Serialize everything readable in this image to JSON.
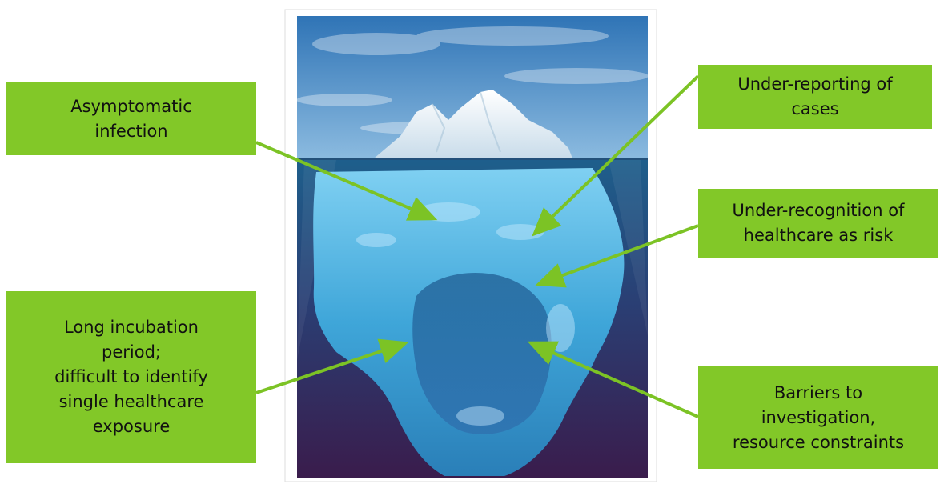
{
  "labels": {
    "asymptomatic": "Asymptomatic\ninfection",
    "under_reporting": "Under-reporting of\ncases",
    "under_recognition": "Under-recognition of\nhealthcare as risk",
    "long_incubation": "Long incubation\nperiod;\ndifficult to identify\nsingle healthcare\nexposure",
    "barriers": "Barriers to\ninvestigation,\nresource constraints"
  },
  "colors": {
    "label_fill": "#82c828",
    "arrow": "#7cc325",
    "sky_top": "#2f74b6",
    "sky_bottom": "#7fb0d8",
    "sea_top": "#1f5a86",
    "sea_bottom": "#3b1f4e",
    "ice_above": "#f2f7fb",
    "ice_below": "#58b8e2"
  }
}
